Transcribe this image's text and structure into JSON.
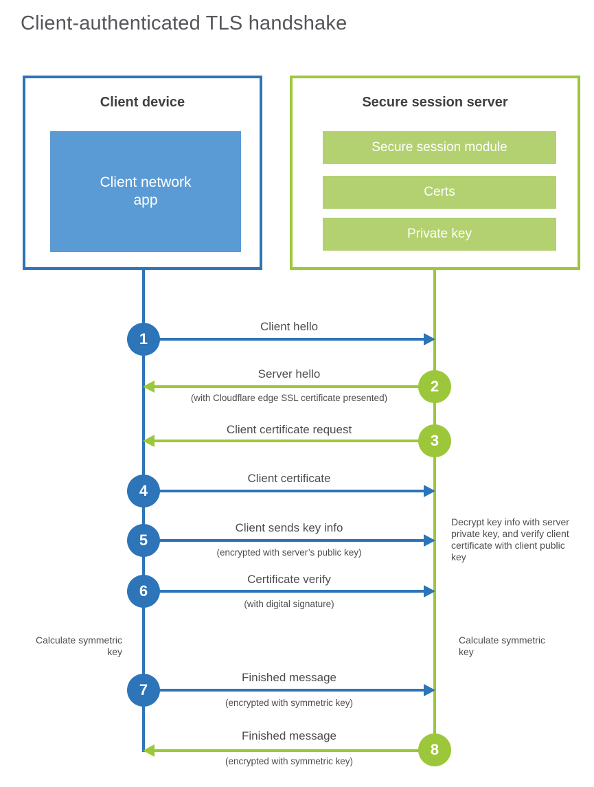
{
  "title": "Client-authenticated TLS handshake",
  "colors": {
    "blue": "#2d74b8",
    "blue_light": "#5b9bd5",
    "green": "#9dc73b",
    "green_light": "#b3d170",
    "heading_text": "#414042",
    "flow_text": "#4d4d4f"
  },
  "client_box": {
    "title": "Client device",
    "inner_label": "Client network app"
  },
  "server_box": {
    "title": "Secure session server",
    "modules": [
      "Secure session module",
      "Certs",
      "Private key"
    ]
  },
  "steps": [
    {
      "num": "1",
      "label": "Client hello",
      "direction": "right",
      "color": "blue"
    },
    {
      "num": "2",
      "label": "Server hello",
      "sub": "(with Cloudflare edge SSL certificate presented)",
      "direction": "left",
      "color": "green"
    },
    {
      "num": "3",
      "label": "Client certificate request",
      "direction": "left",
      "color": "green"
    },
    {
      "num": "4",
      "label": "Client certificate",
      "direction": "right",
      "color": "blue"
    },
    {
      "num": "5",
      "label": "Client sends key info",
      "sub": "(encrypted with server’s public key)",
      "direction": "right",
      "color": "blue"
    },
    {
      "num": "6",
      "label": "Certificate verify",
      "sub": "(with digital signature)",
      "direction": "right",
      "color": "blue"
    },
    {
      "num": "7",
      "label": "Finished message",
      "sub": "(encrypted with symmetric key)",
      "direction": "right",
      "color": "blue"
    },
    {
      "num": "8",
      "label": "Finished message",
      "sub": "(encrypted with symmetric key)",
      "direction": "left",
      "color": "green"
    }
  ],
  "notes": {
    "decrypt": "Decrypt key info with server private key, and verify client certificate with client public key",
    "calc_left": "Calculate symmetric key",
    "calc_right": "Calculate symmetric key"
  }
}
